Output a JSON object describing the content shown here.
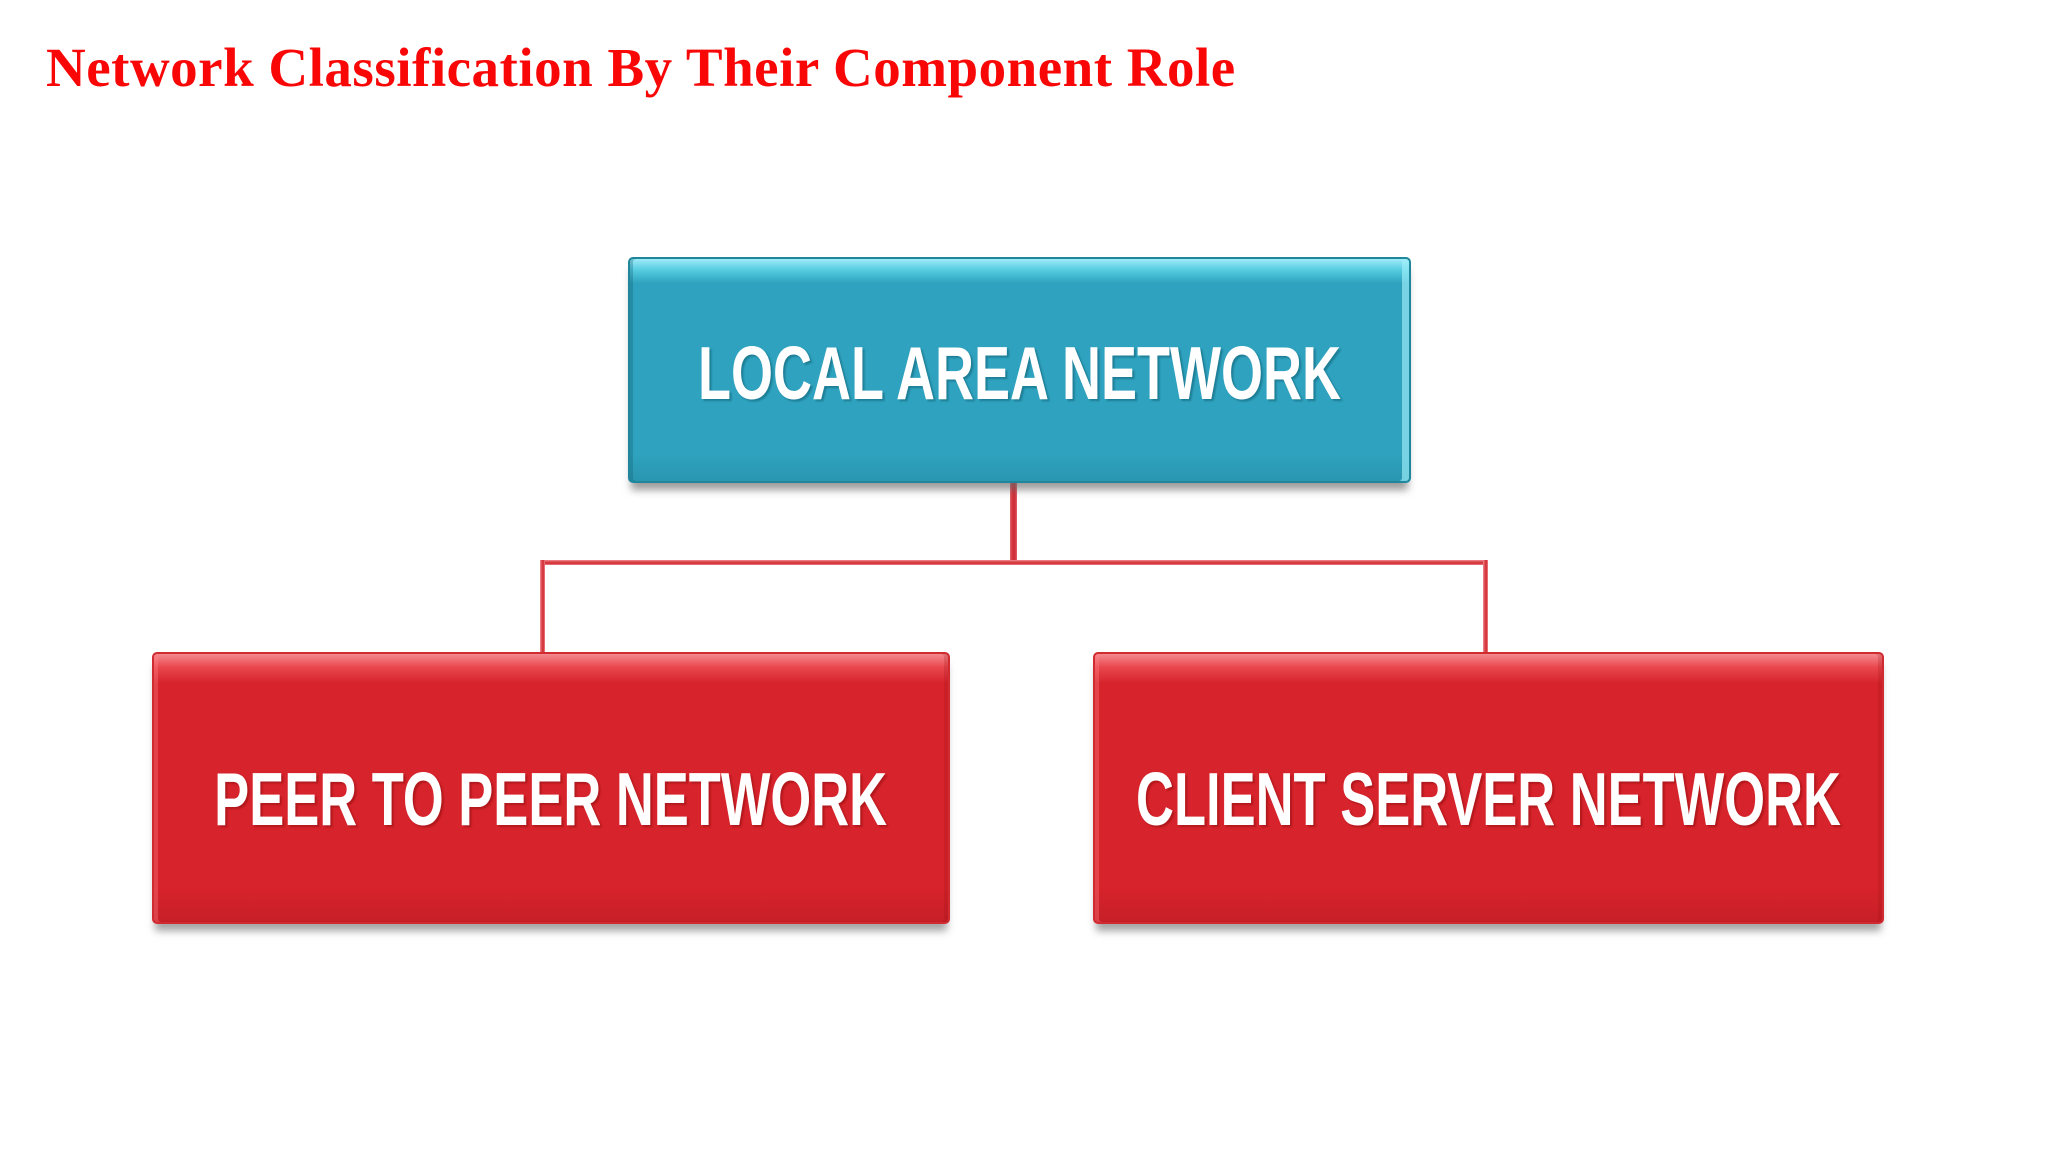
{
  "title": {
    "text": "Network Classification By Their Component Role",
    "color": "#f90606"
  },
  "diagram": {
    "type": "hierarchy",
    "root": {
      "label": "LOCAL AREA NETWORK",
      "fill": "#2ea2be",
      "text_color": "#ffffff"
    },
    "children": [
      {
        "label": "PEER TO PEER NETWORK",
        "fill": "#d7232b",
        "text_color": "#ffffff"
      },
      {
        "label": "CLIENT SERVER NETWORK",
        "fill": "#d7232b",
        "text_color": "#ffffff"
      }
    ],
    "connector_color": "#d8434b",
    "background": "#ffffff"
  }
}
